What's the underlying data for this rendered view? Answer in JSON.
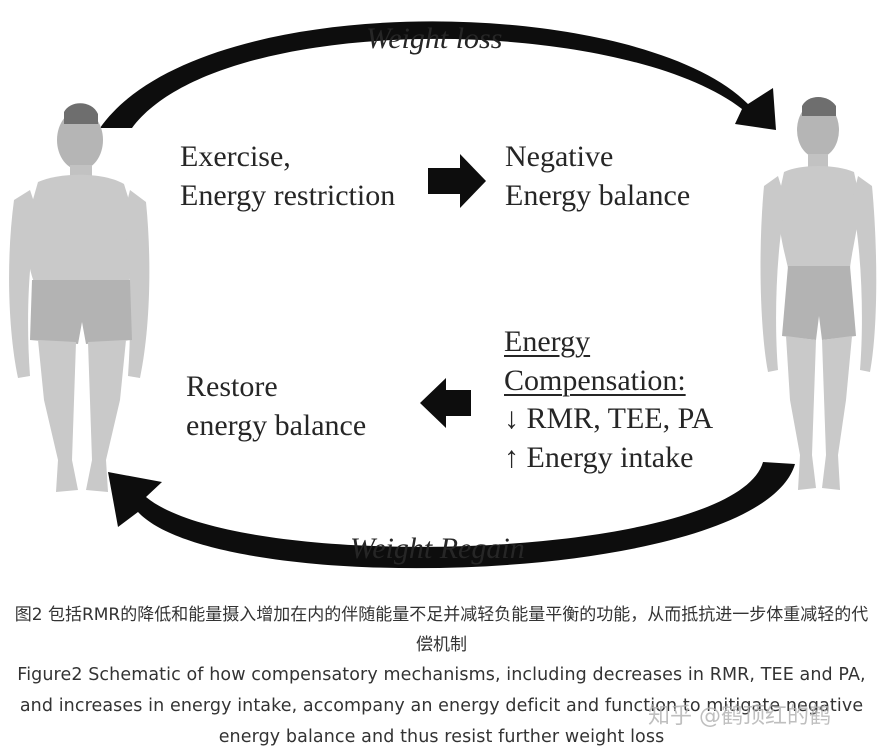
{
  "diagram": {
    "top_label": "Weight loss",
    "bottom_label": "Weight Regain",
    "cause_line1": "Exercise,",
    "cause_line2": "Energy restriction",
    "effect_line1": "Negative",
    "effect_line2": "Energy balance",
    "comp_line1": "Energy",
    "comp_line2": "Compensation:",
    "comp_line3": "↓ RMR, TEE, PA",
    "comp_line4": "↑ Energy intake",
    "restore_line1": "Restore",
    "restore_line2": "energy balance",
    "colors": {
      "arrow": "#0d0d0d",
      "figure": "#c9c9c9",
      "figure_dark": "#a6a6a6"
    },
    "icons": [
      "person-before-icon",
      "person-after-icon",
      "curved-arrow-top-icon",
      "curved-arrow-bottom-icon",
      "arrow-right-icon",
      "arrow-left-icon"
    ]
  },
  "caption": {
    "zh": "图2  包括RMR的降低和能量摄入增加在内的伴随能量不足并减轻负能量平衡的功能，从而抵抗进一步体重减轻的代偿机制",
    "en": "Figure2 Schematic of how compensatory mechanisms, including decreases in RMR, TEE and PA, and increases in energy intake, accompany an energy deficit and function to mitigate negative energy balance and thus resist further weight loss"
  },
  "watermark": "知乎 @鹤顶红的鹤"
}
